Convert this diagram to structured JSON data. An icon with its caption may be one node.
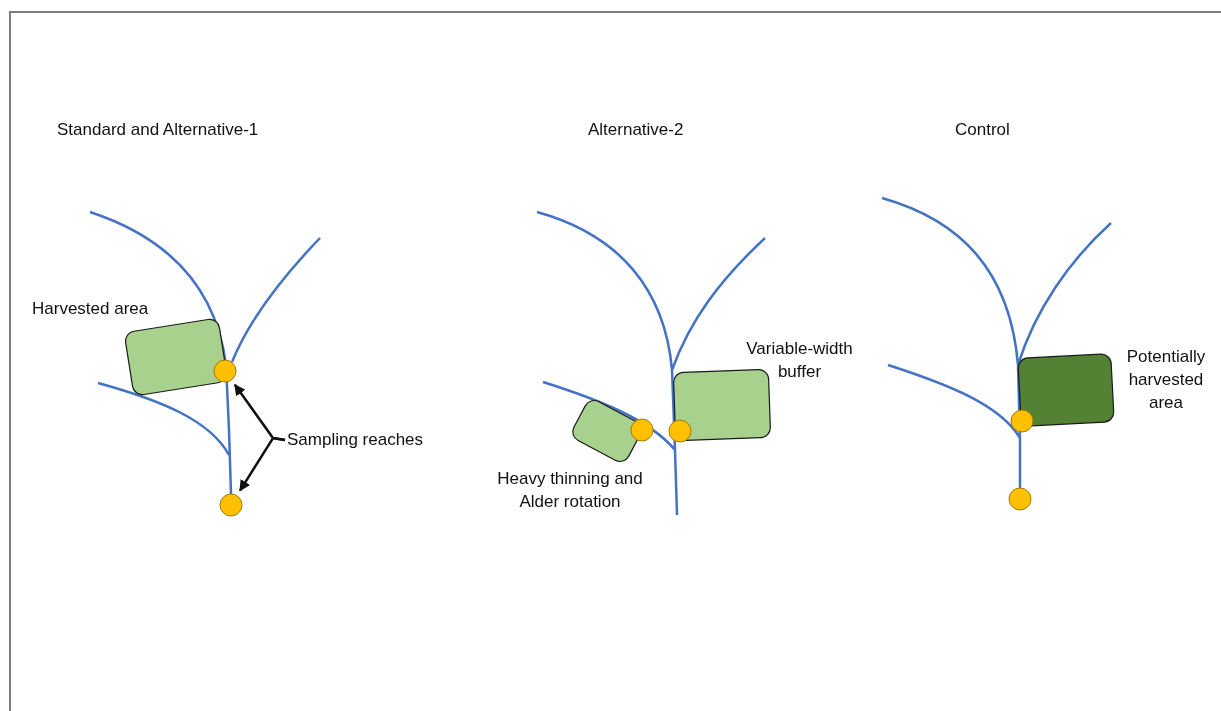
{
  "diagram": {
    "nodes": [
      {
        "text": [
          "Harvested area"
        ]
      },
      {
        "text": [],
        "shape": "circle"
      },
      {
        "text": [],
        "shape": "circle"
      },
      {
        "text": [
          "Sampling reaches"
        ]
      },
      {
        "text": [
          "Heavy thinning and Alder rotation"
        ]
      },
      {
        "text": [],
        "shape": "circle"
      },
      {
        "text": [],
        "shape": "circle"
      },
      {
        "text": [
          "Variable-width buffer"
        ]
      },
      {
        "text": [
          "Potentially harvested area"
        ]
      },
      {
        "text": [],
        "shape": "circle"
      },
      {
        "text": [],
        "shape": "circle"
      }
    ],
    "edges": [
      {
        "from": 3,
        "to": 1,
        "arrow": "to"
      },
      {
        "from": 3,
        "to": 2,
        "arrow": "to"
      }
    ],
    "labels": [
      "Standard and Alternative-1",
      "Alternative-2",
      "Control"
    ]
  }
}
